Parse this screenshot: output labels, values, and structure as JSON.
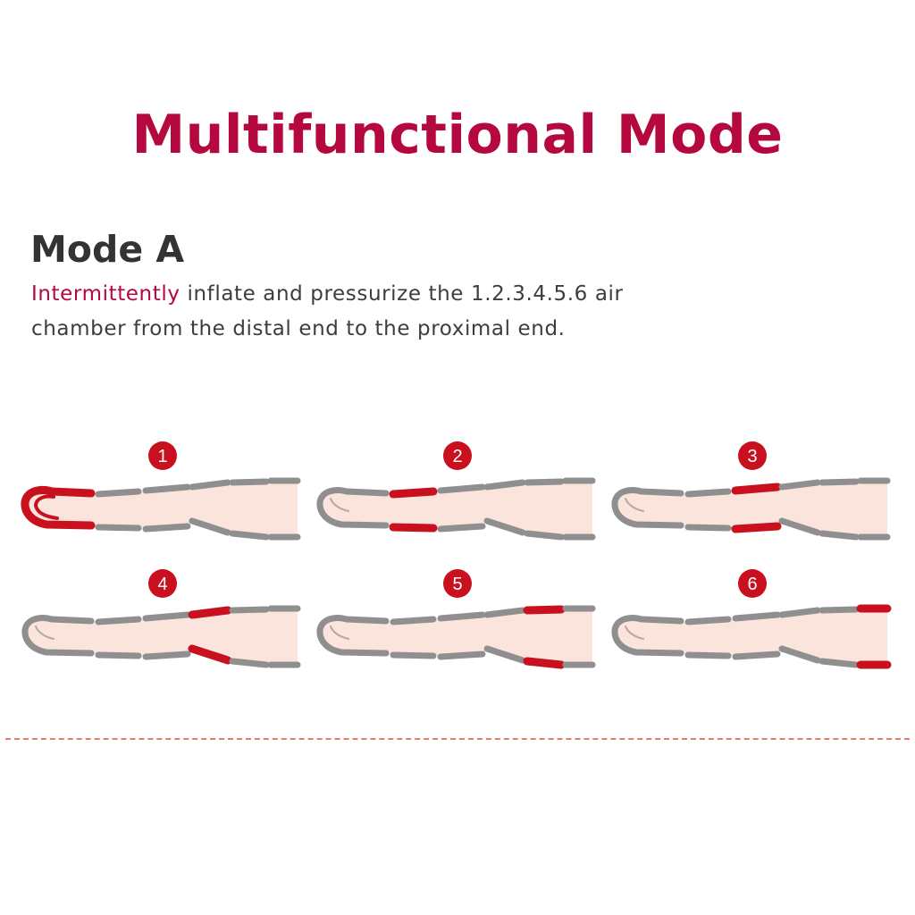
{
  "title": "Multifunctional Mode",
  "mode": {
    "heading": "Mode A",
    "description_highlight": "Intermittently",
    "description_line1_rest": " inflate and pressurize the 1.2.3.4.5.6 air",
    "description_line2": "chamber from the distal end to the proximal end."
  },
  "steps": [
    {
      "number": "1",
      "active_chamber": 1
    },
    {
      "number": "2",
      "active_chamber": 2
    },
    {
      "number": "3",
      "active_chamber": 3
    },
    {
      "number": "4",
      "active_chamber": 4
    },
    {
      "number": "5",
      "active_chamber": 5
    },
    {
      "number": "6",
      "active_chamber": 6
    }
  ],
  "colors": {
    "accent": "#b5083e",
    "active_chamber": "#c8101e",
    "inactive_chamber": "#8f8f8f",
    "leg_fill": "#fbe4dc",
    "divider": "#d8836a"
  }
}
